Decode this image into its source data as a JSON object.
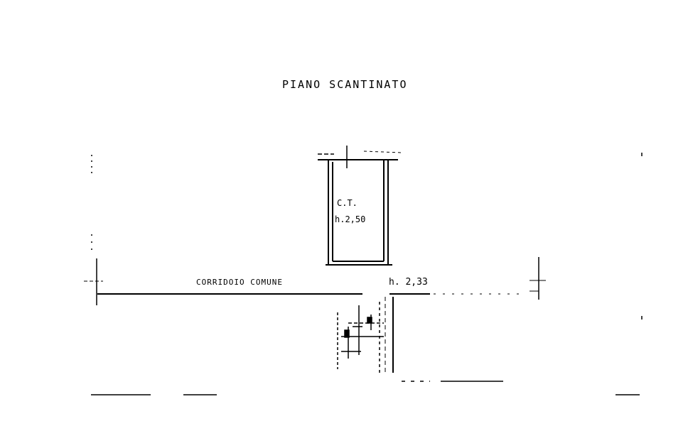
{
  "plan": {
    "title": "PIANO SCANTINATO",
    "rooms": [
      {
        "name": "C.T.",
        "height": "h.2,50"
      },
      {
        "name": "CORRIDOIO COMUNE",
        "height": "h. 2,33"
      }
    ]
  },
  "colors": {
    "ink": "#000000",
    "paper": "#ffffff"
  }
}
